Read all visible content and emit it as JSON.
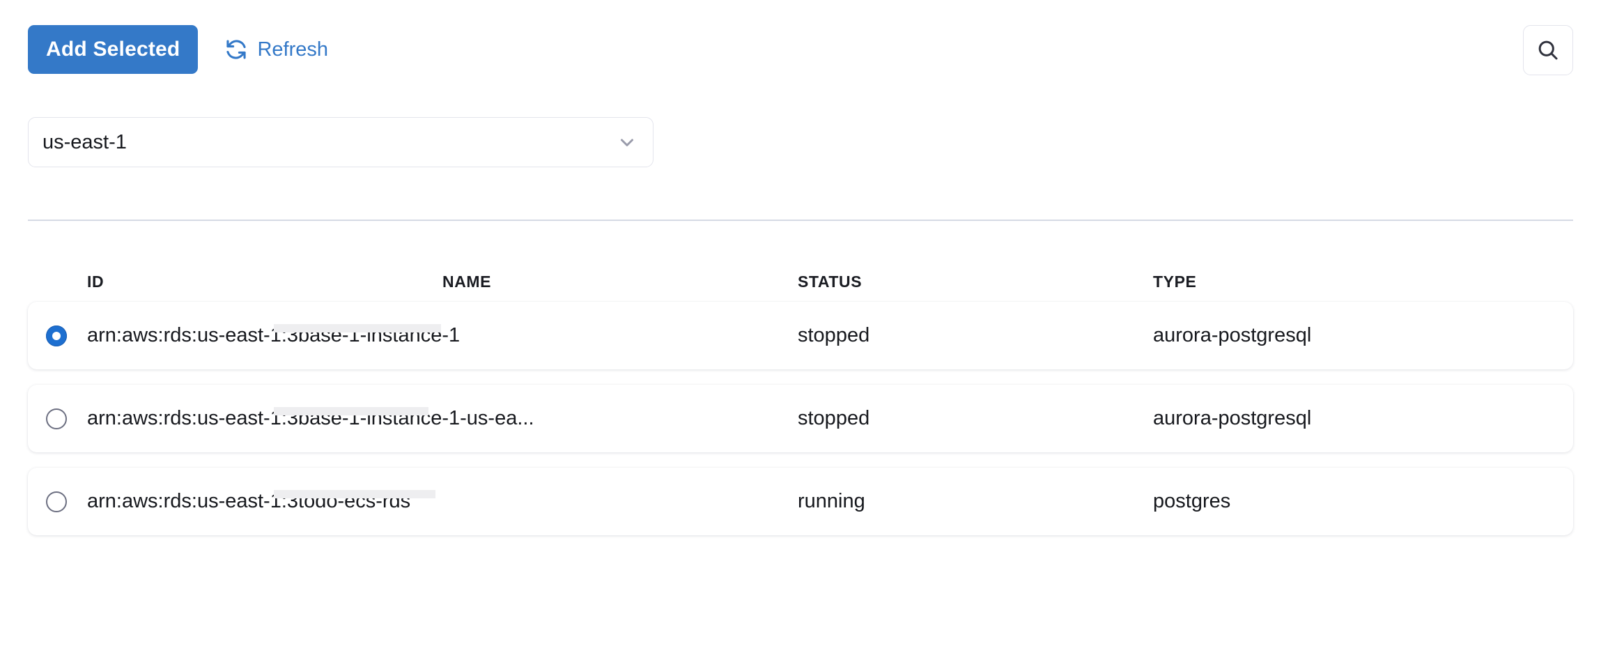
{
  "toolbar": {
    "add_selected_label": "Add Selected",
    "refresh_label": "Refresh",
    "refresh_icon": "refresh-icon",
    "search_icon": "search-icon",
    "accent_color": "#3479c8"
  },
  "region_select": {
    "value": "us-east-1",
    "chevron_icon": "chevron-down-icon"
  },
  "table": {
    "columns": [
      "ID",
      "NAME",
      "STATUS",
      "TYPE"
    ],
    "rows": [
      {
        "selected": true,
        "id": "arn:aws:rds:us-east-1:3",
        "id_redacted": true,
        "id_suffix": "base-1-instance-1",
        "name": "",
        "status": "stopped",
        "type": "aurora-postgresql"
      },
      {
        "selected": false,
        "id": "arn:aws:rds:us-east-1:3",
        "id_redacted": true,
        "id_suffix": "base-1-instance-1-us-ea...",
        "name": "",
        "status": "stopped",
        "type": "aurora-postgresql"
      },
      {
        "selected": false,
        "id": "arn:aws:rds:us-east-1:3",
        "id_redacted": true,
        "id_suffix": "todo-ecs-rds",
        "name": "",
        "status": "running",
        "type": "postgres"
      }
    ]
  }
}
